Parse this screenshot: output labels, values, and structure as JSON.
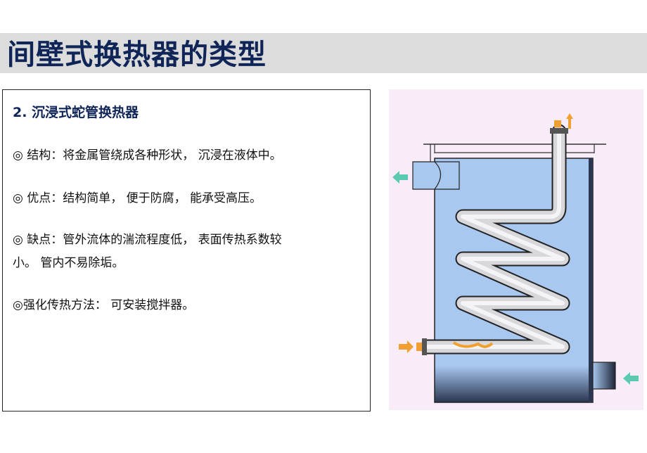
{
  "slide": {
    "title": "间壁式换热器的类型",
    "section_title": "2. 沉浸式蛇管换热器",
    "lines": [
      "◎ 结构：将金属管绕成各种形状， 沉浸在液体中。",
      "◎ 优点：结构简单， 便于防腐， 能承受高压。",
      "◎ 缺点：管外流体的湍流程度低， 表面传热系数较",
      "小。 管内不易除垢。",
      "◎强化传热方法： 可安装搅拌器。"
    ]
  },
  "diagram": {
    "background": "#f8ecf8",
    "liquid_color": "#a8c8f0",
    "hot_fluid_arrow_color": "#f0a030",
    "cold_fluid_arrow_color": "#5ccab0"
  }
}
